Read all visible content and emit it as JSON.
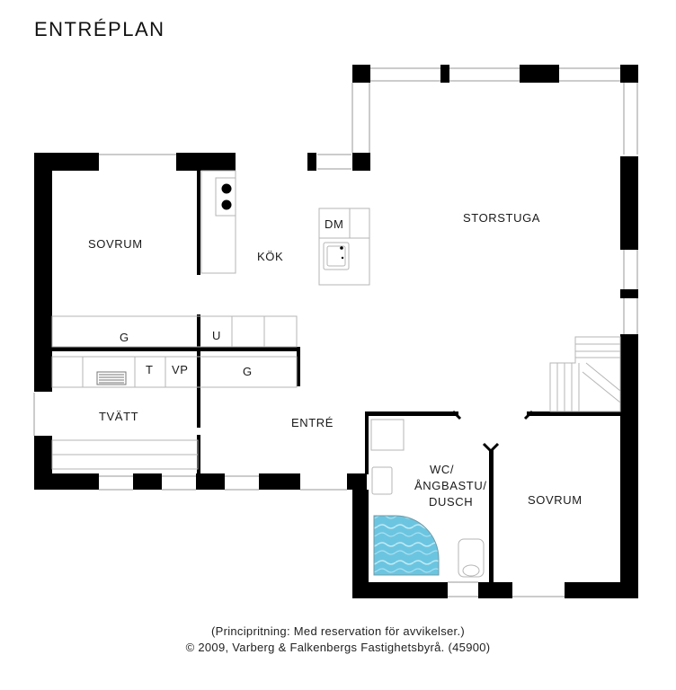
{
  "title": "ENTRÉPLAN",
  "rooms": {
    "sovrum_left": "SOVRUM",
    "kok": "KÖK",
    "storstuga": "STORSTUGA",
    "dm": "DM",
    "g_upper": "G",
    "u": "U",
    "t": "T",
    "vp": "VP",
    "g_lower": "G",
    "tvatt": "TVÄTT",
    "entre": "ENTRÉ",
    "wc_line1": "WC/",
    "wc_line2": "ÅNGBASTU/",
    "wc_line3": "DUSCH",
    "sovrum_right": "SOVRUM"
  },
  "footer": {
    "line1": "(Principritning: Med reservation för avvikelser.)",
    "line2": "© 2009, Varberg & Falkenbergs Fastighetsbyrå. (45900)"
  },
  "colors": {
    "wall": "#000000",
    "window_line": "#9a9a9a",
    "fixture_line": "#b5b5b5",
    "spa_water": "#7fd0e6"
  }
}
